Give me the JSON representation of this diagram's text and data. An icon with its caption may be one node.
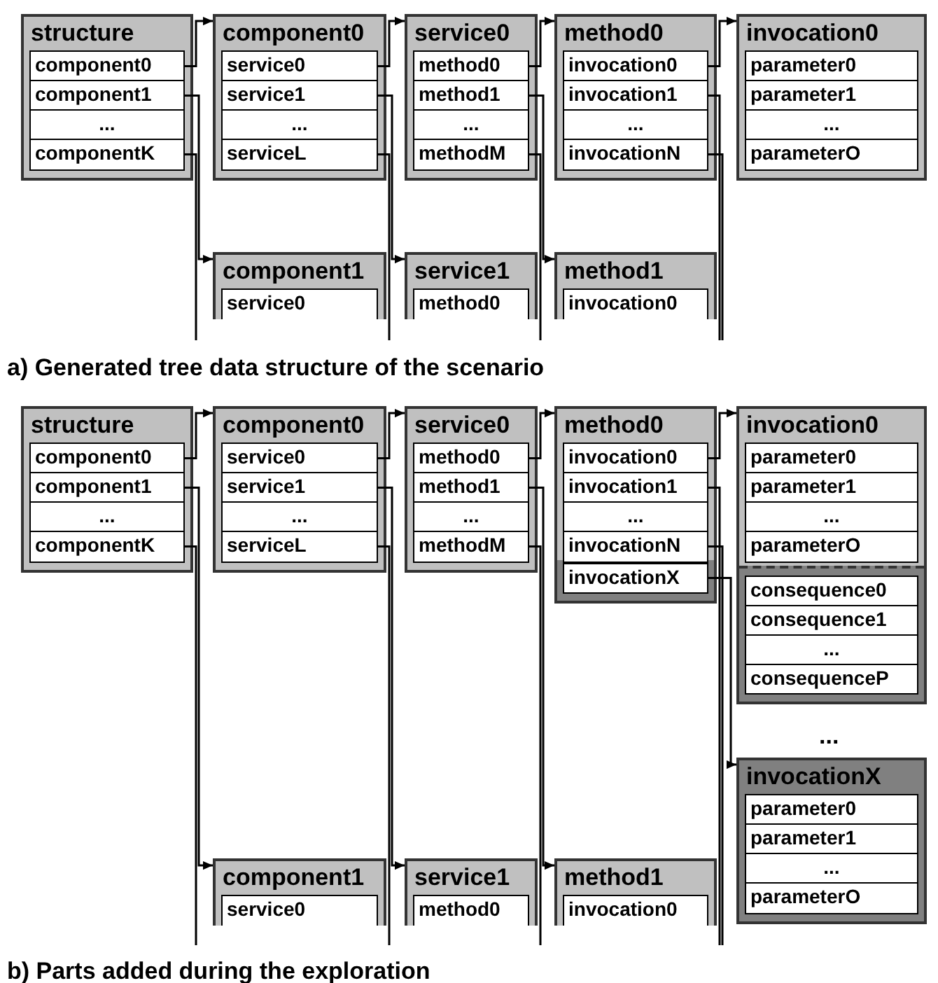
{
  "diagram": {
    "nodes": [
      {
        "text": [
          "structure"
        ]
      },
      {
        "text": [
          "component0"
        ],
        "in": 0
      },
      {
        "text": [
          "component1"
        ],
        "in": 0
      },
      {
        "text": [
          "..."
        ],
        "in": 0
      },
      {
        "text": [
          "componentK"
        ],
        "in": 0
      },
      {
        "text": [
          "component0"
        ]
      },
      {
        "text": [
          "service0"
        ],
        "in": 5
      },
      {
        "text": [
          "service1"
        ],
        "in": 5
      },
      {
        "text": [
          "..."
        ],
        "in": 5
      },
      {
        "text": [
          "serviceL"
        ],
        "in": 5
      },
      {
        "text": [
          "service0"
        ]
      },
      {
        "text": [
          "method0"
        ],
        "in": 10
      },
      {
        "text": [
          "method1"
        ],
        "in": 10
      },
      {
        "text": [
          "..."
        ],
        "in": 10
      },
      {
        "text": [
          "methodM"
        ],
        "in": 10
      },
      {
        "text": [
          "method0"
        ]
      },
      {
        "text": [
          "invocation0"
        ],
        "in": 15
      },
      {
        "text": [
          "invocation1"
        ],
        "in": 15
      },
      {
        "text": [
          "..."
        ],
        "in": 15
      },
      {
        "text": [
          "invocationN"
        ],
        "in": 15
      },
      {
        "text": [
          "invocation0"
        ]
      },
      {
        "text": [
          "parameter0"
        ],
        "in": 20
      },
      {
        "text": [
          "parameter1"
        ],
        "in": 20
      },
      {
        "text": [
          "..."
        ],
        "in": 20
      },
      {
        "text": [
          "parameterO"
        ],
        "in": 20
      },
      {
        "text": [
          "component1"
        ]
      },
      {
        "text": [
          "service0"
        ],
        "in": 25
      },
      {
        "text": [
          "service1"
        ]
      },
      {
        "text": [
          "method0"
        ],
        "in": 27
      },
      {
        "text": [
          "method1"
        ]
      },
      {
        "text": [
          "invocation0"
        ],
        "in": 29
      },
      {
        "text": [
          "structure"
        ]
      },
      {
        "text": [
          "component0"
        ],
        "in": 31
      },
      {
        "text": [
          "component1"
        ],
        "in": 31
      },
      {
        "text": [
          "..."
        ],
        "in": 31
      },
      {
        "text": [
          "componentK"
        ],
        "in": 31
      },
      {
        "text": [
          "component0"
        ]
      },
      {
        "text": [
          "service0"
        ],
        "in": 36
      },
      {
        "text": [
          "service1"
        ],
        "in": 36
      },
      {
        "text": [
          "..."
        ],
        "in": 36
      },
      {
        "text": [
          "serviceL"
        ],
        "in": 36
      },
      {
        "text": [
          "service0"
        ]
      },
      {
        "text": [
          "method0"
        ],
        "in": 41
      },
      {
        "text": [
          "method1"
        ],
        "in": 41
      },
      {
        "text": [
          "..."
        ],
        "in": 41
      },
      {
        "text": [
          "methodM"
        ],
        "in": 41
      },
      {
        "text": [
          "method0"
        ]
      },
      {
        "text": [
          "invocation0"
        ],
        "in": 46
      },
      {
        "text": [
          "invocation1"
        ],
        "in": 46
      },
      {
        "text": [
          "..."
        ],
        "in": 46
      },
      {
        "text": [
          "invocationN"
        ],
        "in": 46
      },
      {
        "text": [
          "invocationX"
        ],
        "in": 46
      },
      {
        "text": [
          "invocation0"
        ]
      },
      {
        "text": [
          "parameter0"
        ],
        "in": 52
      },
      {
        "text": [
          "parameter1"
        ],
        "in": 52
      },
      {
        "text": [
          "..."
        ],
        "in": 52
      },
      {
        "text": [
          "parameterO"
        ],
        "in": 52
      },
      {
        "text": [
          "consequence0"
        ],
        "in": 52
      },
      {
        "text": [
          "consequence1"
        ],
        "in": 52
      },
      {
        "text": [
          "..."
        ],
        "in": 52
      },
      {
        "text": [
          "consequenceP"
        ],
        "in": 52
      },
      {
        "text": [
          "invocationX"
        ]
      },
      {
        "text": [
          "parameter0"
        ],
        "in": 61
      },
      {
        "text": [
          "parameter1"
        ],
        "in": 61
      },
      {
        "text": [
          "..."
        ],
        "in": 61
      },
      {
        "text": [
          "parameterO"
        ],
        "in": 61
      },
      {
        "text": [
          "component1"
        ]
      },
      {
        "text": [
          "service0"
        ],
        "in": 66
      },
      {
        "text": [
          "service1"
        ]
      },
      {
        "text": [
          "method0"
        ],
        "in": 68
      },
      {
        "text": [
          "method1"
        ]
      },
      {
        "text": [
          "invocation0"
        ],
        "in": 70
      }
    ],
    "edges": [
      {
        "from": 1,
        "to": 5,
        "arrow": "to"
      },
      {
        "from": 2,
        "to": 25,
        "arrow": "to"
      },
      {
        "from": 4,
        "to": null,
        "arrow": "none"
      },
      {
        "from": 6,
        "to": 10,
        "arrow": "to"
      },
      {
        "from": 7,
        "to": 27,
        "arrow": "to"
      },
      {
        "from": 9,
        "to": null,
        "arrow": "none"
      },
      {
        "from": 11,
        "to": 15,
        "arrow": "to"
      },
      {
        "from": 12,
        "to": 29,
        "arrow": "to"
      },
      {
        "from": 14,
        "to": null,
        "arrow": "none"
      },
      {
        "from": 16,
        "to": 20,
        "arrow": "to"
      },
      {
        "from": 17,
        "to": null,
        "arrow": "none"
      },
      {
        "from": 19,
        "to": null,
        "arrow": "none"
      },
      {
        "from": 32,
        "to": 36,
        "arrow": "to"
      },
      {
        "from": 33,
        "to": 66,
        "arrow": "to"
      },
      {
        "from": 35,
        "to": null,
        "arrow": "none"
      },
      {
        "from": 37,
        "to": 41,
        "arrow": "to"
      },
      {
        "from": 38,
        "to": 68,
        "arrow": "to"
      },
      {
        "from": 40,
        "to": null,
        "arrow": "none"
      },
      {
        "from": 42,
        "to": 46,
        "arrow": "to"
      },
      {
        "from": 43,
        "to": 70,
        "arrow": "to"
      },
      {
        "from": 45,
        "to": null,
        "arrow": "none"
      },
      {
        "from": 47,
        "to": 52,
        "arrow": "to"
      },
      {
        "from": 48,
        "to": null,
        "arrow": "none"
      },
      {
        "from": 50,
        "to": null,
        "arrow": "none"
      },
      {
        "from": 51,
        "to": 61,
        "arrow": "to"
      }
    ],
    "labels": [
      "a) Generated tree data structure of the scenario",
      "...",
      "b) Parts added during the exploration"
    ]
  }
}
